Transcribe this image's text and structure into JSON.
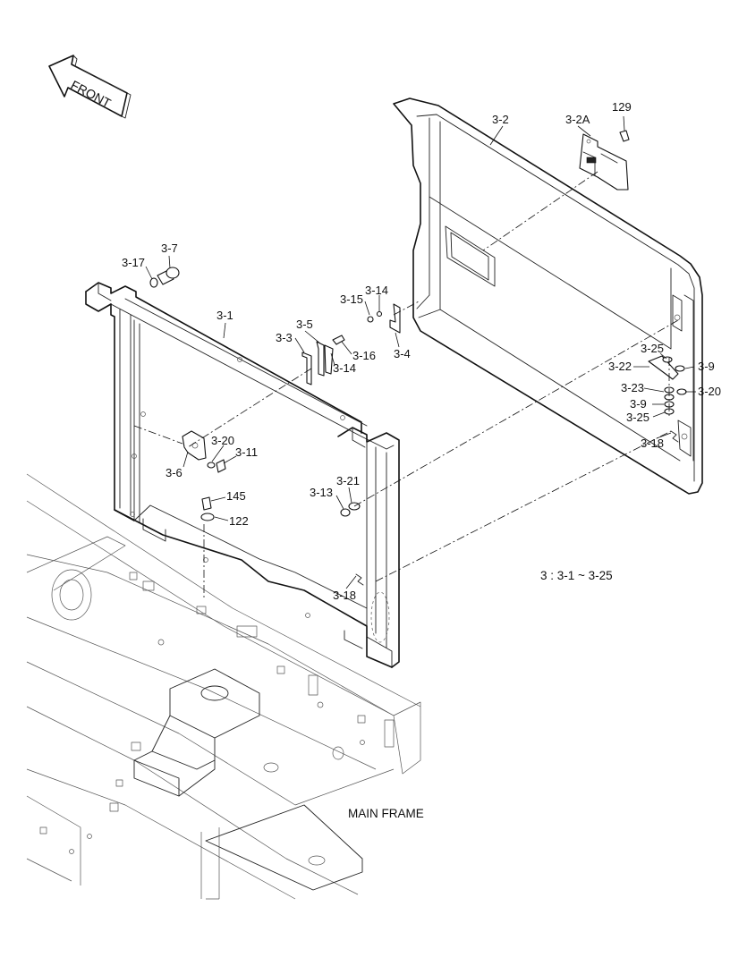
{
  "front_arrow": {
    "text": "FRONT"
  },
  "labels": {
    "l_3_2": "3-2",
    "l_3_2a": "3-2A",
    "l_129": "129",
    "l_3_7": "3-7",
    "l_3_17": "3-17",
    "l_3_1": "3-1",
    "l_3_14a": "3-14",
    "l_3_15": "3-15",
    "l_3_5": "3-5",
    "l_3_3": "3-3",
    "l_3_16": "3-16",
    "l_3_14b": "3-14",
    "l_3_4": "3-4",
    "l_3_25a": "3-25",
    "l_3_22": "3-22",
    "l_3_9a": "3-9",
    "l_3_23": "3-23",
    "l_3_20a": "3-20",
    "l_3_9b": "3-9",
    "l_3_25b": "3-25",
    "l_3_18a": "3-18",
    "l_3_20b": "3-20",
    "l_3_11": "3-11",
    "l_3_6": "3-6",
    "l_3_21": "3-21",
    "l_3_13": "3-13",
    "l_145": "145",
    "l_122": "122",
    "l_3_18b": "3-18"
  },
  "notes": {
    "range": "3 : 3-1 ~ 3-25",
    "main_frame": "MAIN FRAME"
  }
}
